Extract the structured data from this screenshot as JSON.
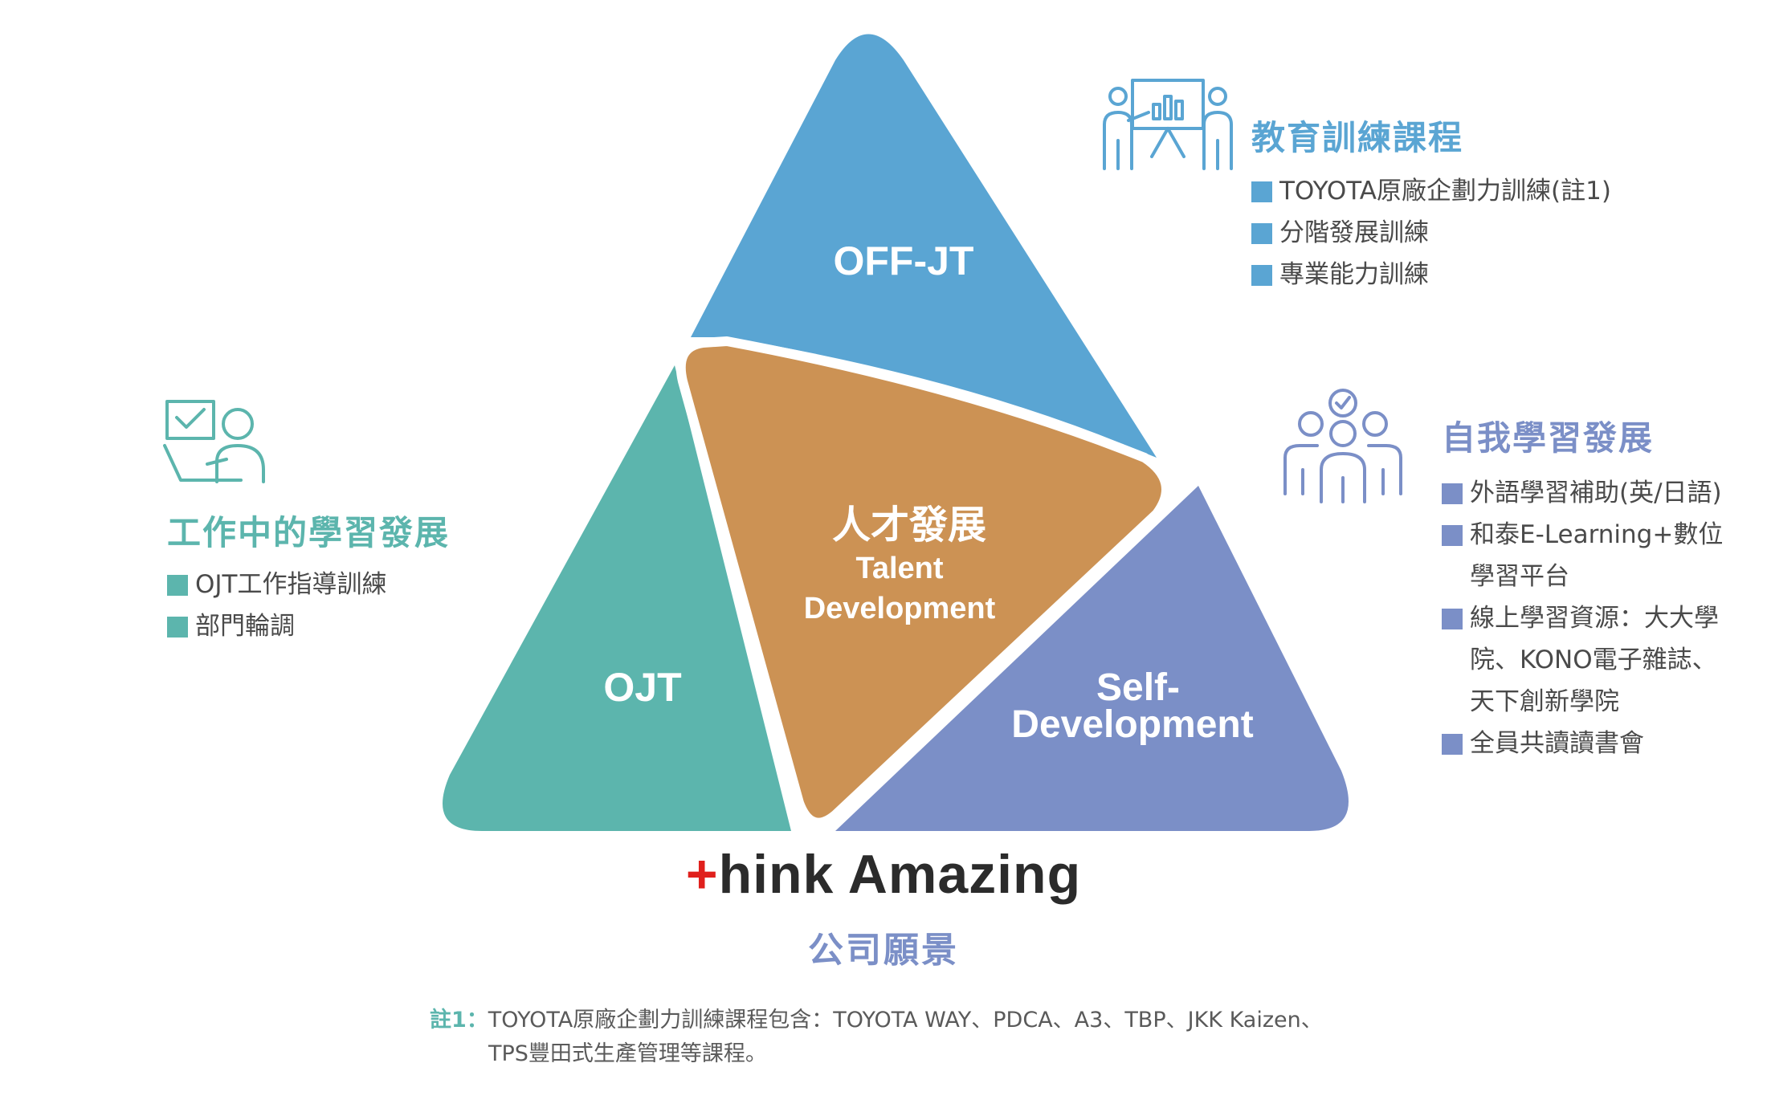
{
  "diagram": {
    "center": {
      "title": "人才發展",
      "subtitle_line1": "Talent",
      "subtitle_line2": "Development"
    },
    "off_jt": {
      "label": "OFF-JT",
      "color": "#5aa5d3"
    },
    "ojt": {
      "label": "OJT",
      "color": "#5cb5ad"
    },
    "self_dev": {
      "label_line1": "Self-",
      "label_line2": "Development",
      "color": "#7b8fc7"
    },
    "center_color": "#cc9254"
  },
  "left_section": {
    "title": "工作中的學習發展",
    "icon": "person-at-laptop-icon",
    "items": [
      {
        "label": "OJT工作指導訓練"
      },
      {
        "label": "部門輪調"
      }
    ]
  },
  "right_top_section": {
    "title": "教育訓練課程",
    "icon": "presentation-icon",
    "items": [
      {
        "label": "TOYOTA原廠企劃力訓練(註1)"
      },
      {
        "label": "分階發展訓練"
      },
      {
        "label": "專業能力訓練"
      }
    ]
  },
  "right_bottom_section": {
    "title": "自我學習發展",
    "icon": "group-people-icon",
    "items": [
      {
        "line1": "外語學習補助(英/日語)"
      },
      {
        "line1": "和泰E-Learning+數位",
        "line2": "學習平台"
      },
      {
        "line1": "線上學習資源：大大學",
        "line2": "院、KONO電子雜誌、",
        "line3": "天下創新學院"
      },
      {
        "line1": "全員共讀讀書會"
      }
    ]
  },
  "brand": {
    "plus": "+",
    "text": "hink Amazing"
  },
  "vision": "公司願景",
  "footnote": {
    "label": "註1：",
    "line1": "TOYOTA原廠企劃力訓練課程包含：TOYOTA WAY、PDCA、A3、TBP、JKK Kaizen、",
    "line2": "TPS豐田式生產管理等課程。"
  }
}
